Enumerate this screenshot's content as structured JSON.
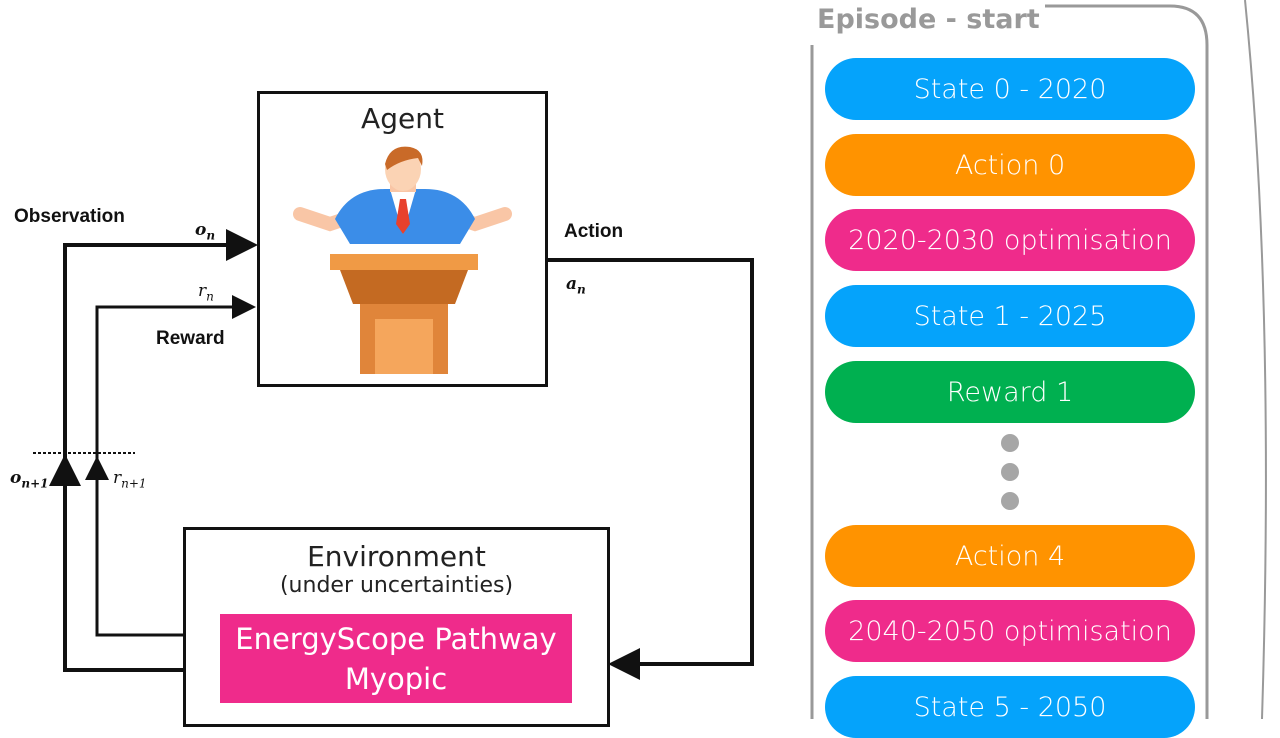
{
  "agent": {
    "title": "Agent"
  },
  "environment": {
    "title": "Environment",
    "subtitle": "(under uncertainties)",
    "model_line1": "EnergyScope Pathway",
    "model_line2": "Myopic"
  },
  "labels": {
    "observation": "Observation",
    "reward": "Reward",
    "action": "Action"
  },
  "math": {
    "o_n": "o",
    "o_n_sub": "n",
    "r_n": "r",
    "r_n_sub": "n",
    "a_n": "a",
    "a_n_sub": "n",
    "o_n1": "o",
    "o_n1_sub": "n+1",
    "r_n1": "r",
    "r_n1_sub": "n+1"
  },
  "episode": {
    "title": "Episode - start",
    "steps": [
      {
        "label": "State 0 - 2020",
        "color": "#05a3fb"
      },
      {
        "label": "Action 0",
        "color": "#ff9300"
      },
      {
        "label": "2020-2030 optimisation",
        "color": "#ef2b8b"
      },
      {
        "label": "State 1 - 2025",
        "color": "#05a3fb"
      },
      {
        "label": "Reward 1",
        "color": "#00b050"
      },
      {
        "label": "Action 4",
        "color": "#ff9300"
      },
      {
        "label": "2040-2050 optimisation",
        "color": "#ef2b8b"
      },
      {
        "label": "State 5 - 2050",
        "color": "#05a3fb"
      }
    ]
  }
}
